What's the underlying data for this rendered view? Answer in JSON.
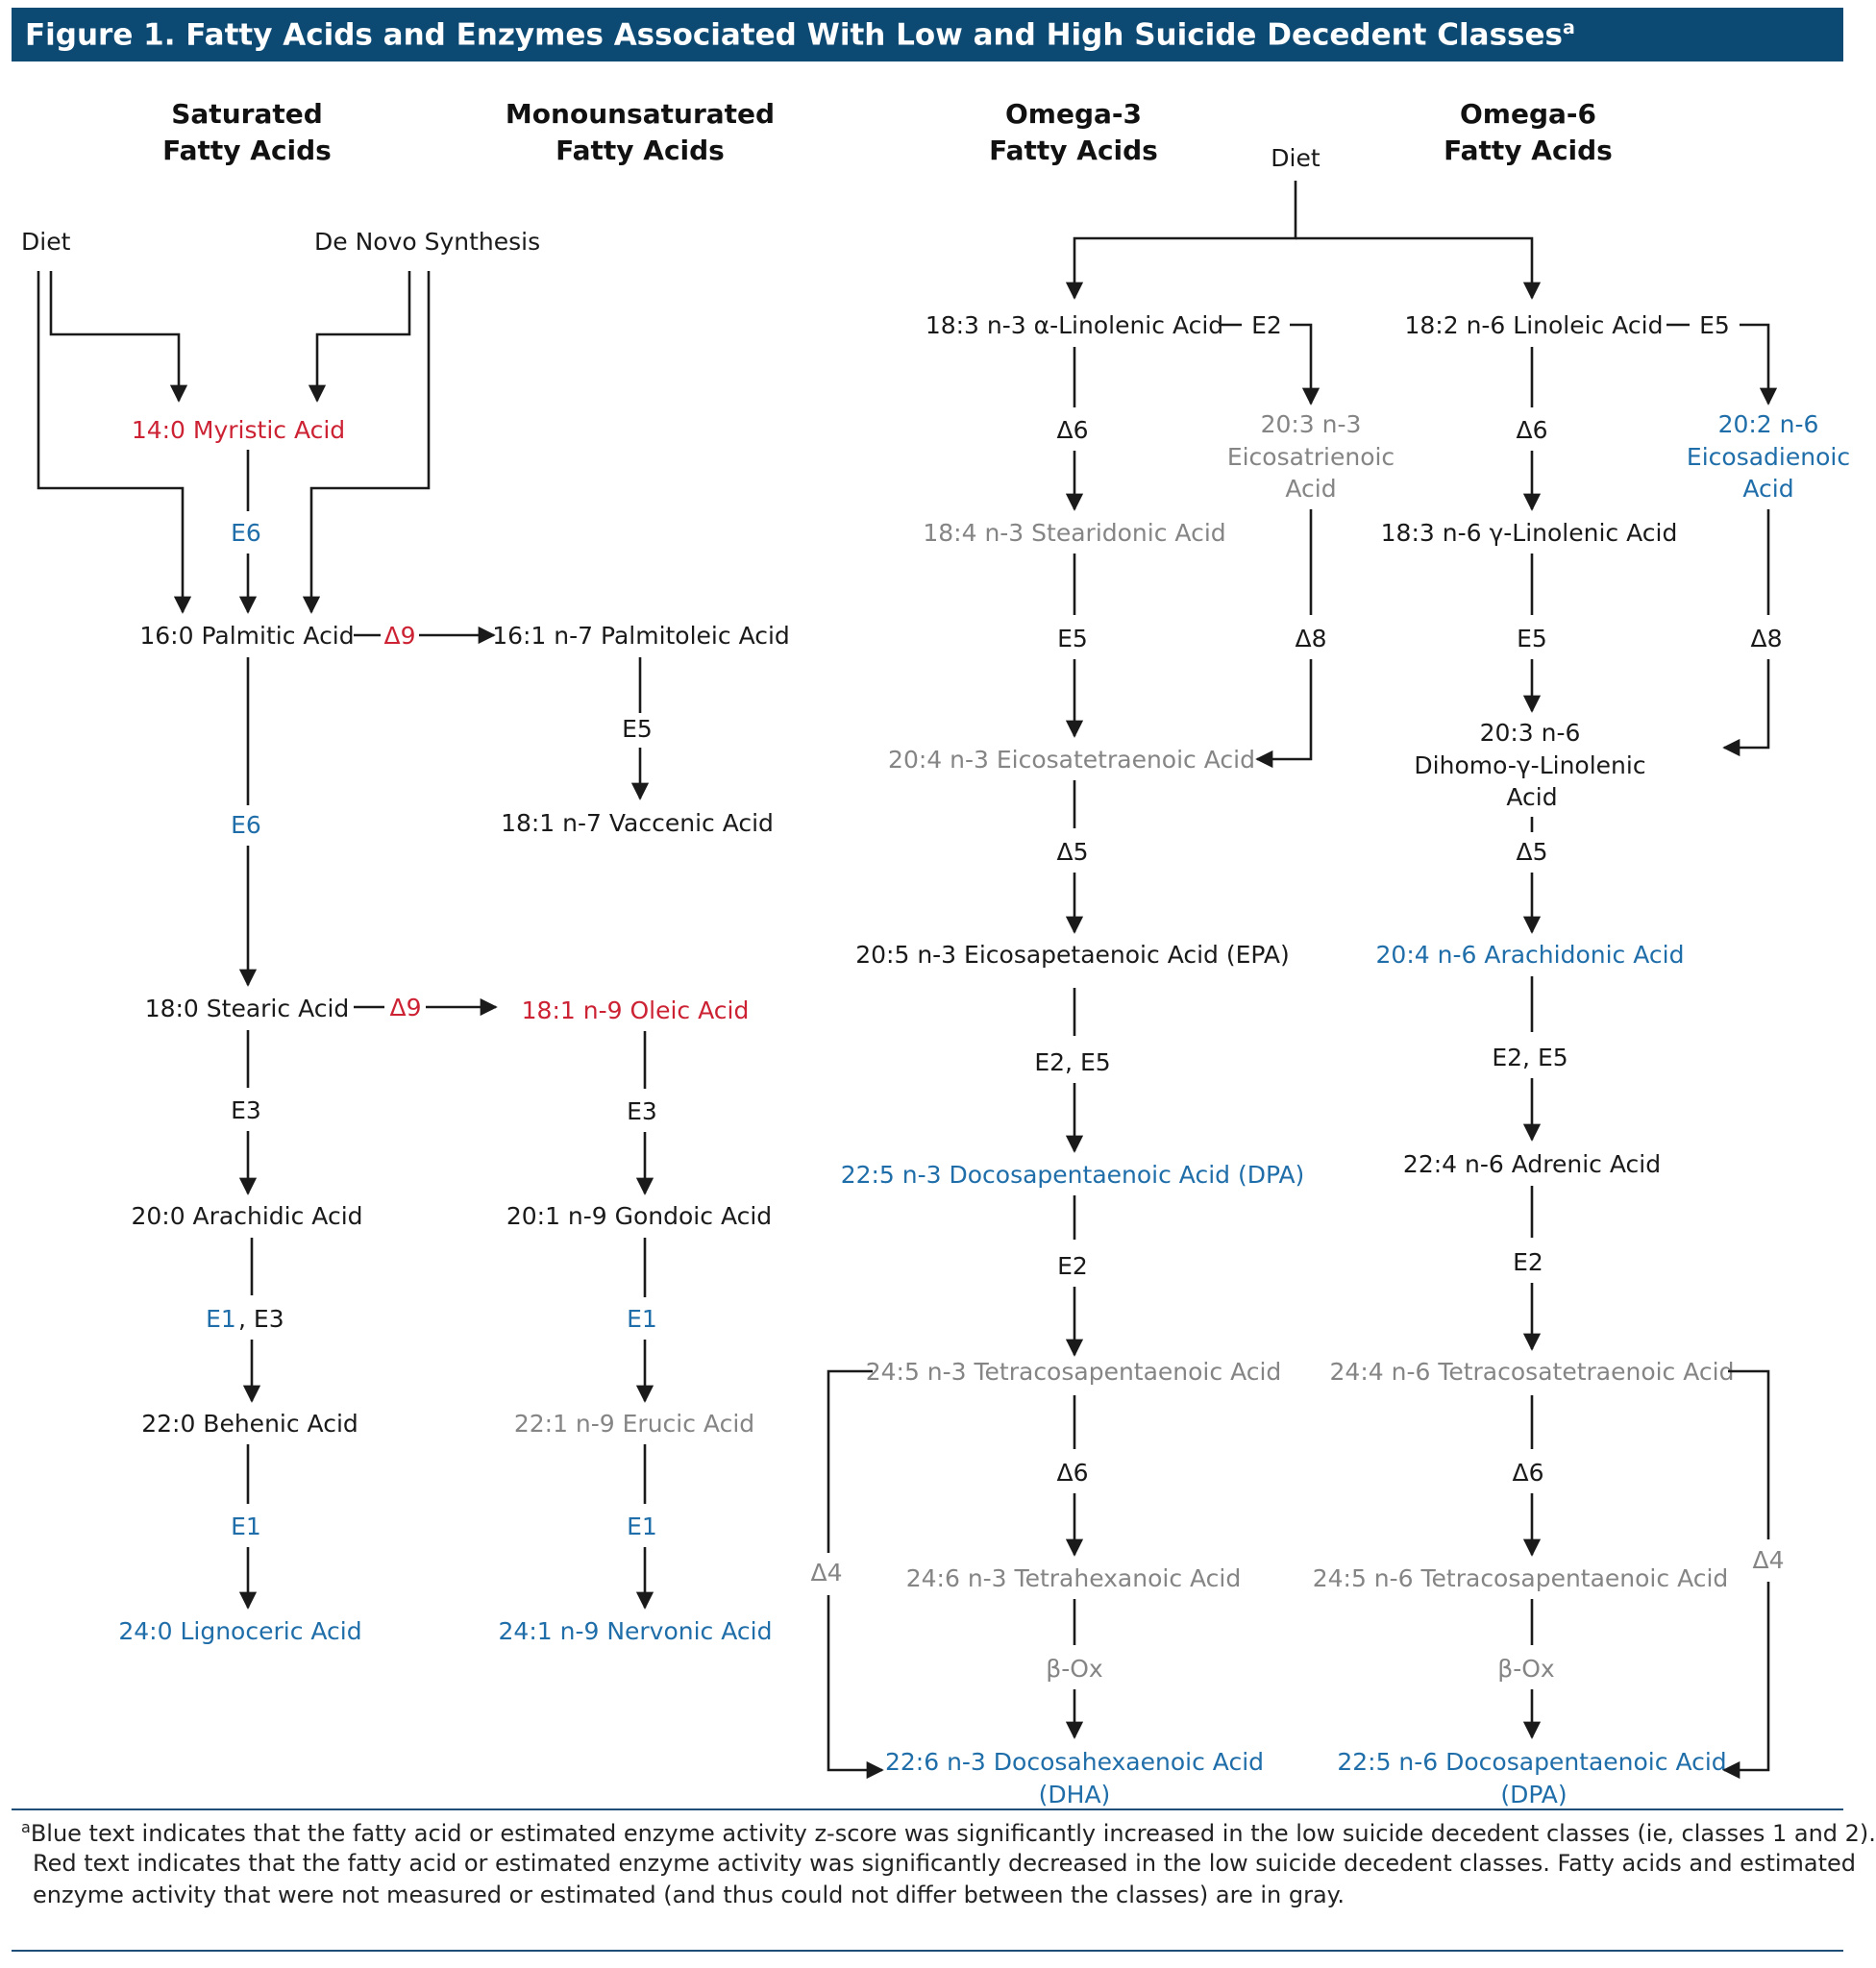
{
  "title": {
    "text": "Figure 1. Fatty Acids and Enzymes Associated With Low and High Suicide Decedent Classes",
    "superscript": "a"
  },
  "colors": {
    "blue": "#1f6ea9",
    "red": "#cc2233",
    "gray": "#858585",
    "black": "#1a1a1a",
    "title_bg": "#0d4a73"
  },
  "headers": {
    "saturated": [
      "Saturated",
      "Fatty Acids"
    ],
    "monounsaturated": [
      "Monounsaturated",
      "Fatty Acids"
    ],
    "omega3": [
      "Omega-3",
      "Fatty Acids"
    ],
    "omega6": [
      "Omega-6",
      "Fatty Acids"
    ]
  },
  "sources": {
    "diet_left": "Diet",
    "de_novo": "De Novo Synthesis",
    "diet_top": "Diet"
  },
  "saturated": {
    "myristic": "14:0 Myristic Acid",
    "palmitic": "16:0 Palmitic Acid",
    "stearic": "18:0 Stearic Acid",
    "arachidic": "20:0 Arachidic Acid",
    "behenic": "22:0 Behenic Acid",
    "lignoceric": "24:0 Lignoceric Acid",
    "e6_upper": "E6",
    "e6_lower": "E6",
    "e3": "E3",
    "e1": "E1",
    "e3_second": ", E3",
    "e1_last": "E1"
  },
  "monounsaturated": {
    "palmitoleic": "16:1 n-7 Palmitoleic Acid",
    "vaccenic": "18:1 n-7 Vaccenic Acid",
    "oleic": "18:1 n-9 Oleic Acid",
    "gondoic": "20:1 n-9 Gondoic Acid",
    "erucic": "22:1 n-9 Erucic Acid",
    "nervonic": "24:1 n-9 Nervonic Acid",
    "e5": "E5",
    "e3": "E3",
    "e1_a": "E1",
    "e1_b": "E1",
    "d9_palmitic": "Δ9",
    "d9_stearic": "Δ9"
  },
  "omega3": {
    "ala": "18:3 n-3 α-Linolenic Acid",
    "eicosatrienoic": [
      "20:3 n-3",
      "Eicosatrienoic",
      "Acid"
    ],
    "stearidonic": "18:4 n-3 Stearidonic Acid",
    "eicosatetraenoic": "20:4 n-3 Eicosatetraenoic Acid",
    "epa": "20:5 n-3 Eicosapetaenoic Acid (EPA)",
    "dpa": "22:5 n-3 Docosapentaenoic Acid (DPA)",
    "tetracosapentaenoic": "24:5 n-3 Tetracosapentaenoic Acid",
    "tetrahexanoic": "24:6 n-3 Tetrahexanoic Acid",
    "dha": [
      "22:6 n-3 Docosahexaenoic Acid",
      "(DHA)"
    ],
    "e2_side": "E2",
    "d6_a": "Δ6",
    "d8": "Δ8",
    "e5": "E5",
    "d5": "Δ5",
    "e2e5": "E2, E5",
    "e2": "E2",
    "d6_b": "Δ6",
    "box": "β-Ox",
    "d4": "Δ4"
  },
  "omega6": {
    "linoleic": "18:2 n-6 Linoleic Acid",
    "eicosadienoic": [
      "20:2 n-6",
      "Eicosadienoic",
      "Acid"
    ],
    "gla": "18:3 n-6 γ-Linolenic Acid",
    "dgla": [
      "20:3 n-6",
      "Dihomo-γ-Linolenic",
      "Acid"
    ],
    "arachidonic": "20:4 n-6 Arachidonic Acid",
    "adrenic": "22:4 n-6 Adrenic Acid",
    "tetracosatetraenoic": "24:4 n-6 Tetracosatetraenoic Acid",
    "tetracosapentaenoic": "24:5 n-6 Tetracosapentaenoic Acid",
    "dpa": [
      "22:5 n-6 Docosapentaenoic Acid",
      "(DPA)"
    ],
    "e5_side": "E5",
    "d6_a": "Δ6",
    "d8": "Δ8",
    "e5": "E5",
    "d5": "Δ5",
    "e2e5": "E2, E5",
    "e2": "E2",
    "d6_b": "Δ6",
    "box": "β-Ox",
    "d4": "Δ4"
  },
  "footnote": {
    "marker": "a",
    "line1": "Blue text indicates that the fatty acid or estimated enzyme activity z-score was significantly increased in the low suicide decedent classes (ie, classes 1 and 2).",
    "line2": "Red text indicates that the fatty acid or estimated enzyme activity was significantly decreased in the low suicide decedent classes. Fatty acids and estimated",
    "line3": "enzyme activity that were not measured or estimated (and thus could not differ between the classes) are in gray."
  }
}
